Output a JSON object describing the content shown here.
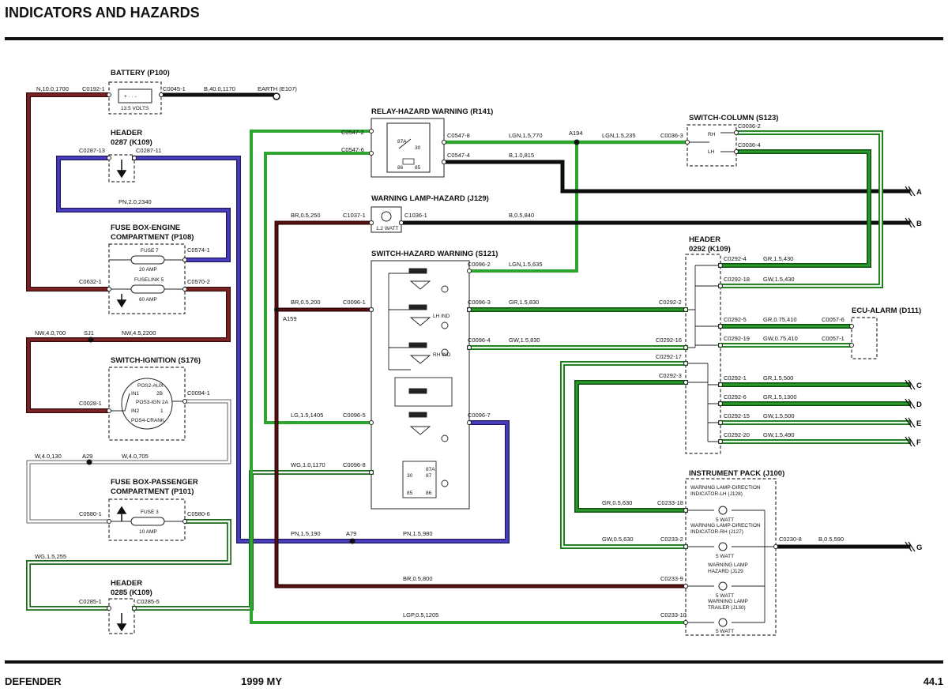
{
  "page": {
    "title": "INDICATORS AND HAZARDS",
    "footer_left": "DEFENDER",
    "footer_center": "1999 MY",
    "footer_right": "44.1"
  },
  "colors": {
    "brown": "#6b1f1f",
    "blue": "#3a2ea0",
    "black": "#0d0d0d",
    "green": "#2f9a2f",
    "green_dark": "#1f7a1f",
    "white_wire": "#f2f2f2"
  },
  "components": {
    "battery": {
      "title": "BATTERY (P100)",
      "rating": "13.5 VOLTS"
    },
    "header_0287": {
      "title_line1": "HEADER",
      "title_line2": "0287 (K109)"
    },
    "fuse_box_engine": {
      "title_line1": "FUSE BOX-ENGINE",
      "title_line2": "COMPARTMENT (P108)",
      "fuse7": "FUSE 7",
      "fuse7_rating": "20 AMP",
      "fuselink5": "FUSELINK 5",
      "fuselink5_rating": "60 AMP"
    },
    "switch_ignition": {
      "title": "SWITCH-IGNITION (S176)",
      "pos_aux": "POS2-AUX",
      "in1": "IN1",
      "p2b": "2B",
      "pos_ign": "POS3-IGN",
      "p2a": "2A",
      "in2": "IN2",
      "p1": "1",
      "pos_crank": "POS4-CRANK"
    },
    "fuse_box_passenger": {
      "title_line1": "FUSE BOX-PASSENGER",
      "title_line2": "COMPARTMENT (P101)",
      "fuse3": "FUSE 3",
      "fuse3_rating": "10 AMP"
    },
    "header_0285": {
      "title_line1": "HEADER",
      "title_line2": "0285 (K109)"
    },
    "relay_hazard": {
      "title": "RELAY-HAZARD WARNING (R141)",
      "p87a": "87A",
      "p30": "30",
      "p86": "86",
      "p85": "85"
    },
    "warning_lamp_hazard": {
      "title": "WARNING LAMP-HAZARD (J129)",
      "rating": "1.2 WATT"
    },
    "switch_hazard": {
      "title": "SWITCH-HAZARD WARNING (S121)",
      "lh_ind": "LH IND",
      "rh_ind": "RH IND",
      "p30": "30",
      "p87": "87",
      "p87a": "87A",
      "p85": "85",
      "p86": "86"
    },
    "switch_column": {
      "title": "SWITCH-COLUMN (S123)",
      "rh": "RH",
      "lh": "LH"
    },
    "header_0292": {
      "title_line1": "HEADER",
      "title_line2": "0292 (K109)"
    },
    "ecu_alarm": {
      "title": "ECU-ALARM (D111)"
    },
    "instrument_pack": {
      "title": "INSTRUMENT PACK (J100)",
      "lamp1_line1": "WARNING LAMP-DIRECTION",
      "lamp1_line2": "INDICATOR-LH (J128)",
      "lamp1_rating": "5 WATT",
      "lamp2_line1": "WARNING LAMP-DIRECTION",
      "lamp2_line2": "INDICATOR-RH (J127)",
      "lamp2_rating": "5 WATT",
      "lamp3_line1": "WARNING LAMP",
      "lamp3_line2": "HAZARD (J129",
      "lamp3_rating": "5 WATT",
      "lamp4_line1": "WARNING LAMP",
      "lamp4_line2": "TRAILER (J130)",
      "lamp4_rating": "5 WATT"
    }
  },
  "connectors": {
    "c0192_1": "C0192-1",
    "c0045_1": "C0045-1",
    "earth": "EARTH (E107)",
    "c0287_13": "C0287-13",
    "c0287_11": "C0287-11",
    "c0574_1": "C0574-1",
    "c0632_1": "C0632-1",
    "c0570_2": "C0570-2",
    "sj1": "SJ1",
    "c0028_1": "C0028-1",
    "c0094_1": "C0094-1",
    "a29": "A29",
    "c0580_1": "C0580-1",
    "c0580_6": "C0580-6",
    "c0285_1": "C0285-1",
    "c0285_5": "C0285-5",
    "c0547_2": "C0547-2",
    "c0547_6": "C0547-6",
    "c0547_8": "C0547-8",
    "c0547_4": "C0547-4",
    "a194": "A194",
    "c0036_3": "C0036-3",
    "c0036_2": "C0036-2",
    "c0036_4": "C0036-4",
    "c1037_1": "C1037-1",
    "c1036_1": "C1036-1",
    "c0096_2": "C0096-2",
    "c0096_1": "C0096-1",
    "c0096_3": "C0096-3",
    "c0096_4": "C0096-4",
    "c0096_5": "C0096-5",
    "c0096_7": "C0096-7",
    "c0096_8": "C0096-8",
    "a159": "A159",
    "a79": "A79",
    "c0292_4": "C0292-4",
    "c0292_18": "C0292-18",
    "c0292_2": "C0292-2",
    "c0292_5": "C0292-5",
    "c0292_16": "C0292-16",
    "c0292_19": "C0292-19",
    "c0292_17": "C0292-17",
    "c0292_3": "C0292-3",
    "c0292_1": "C0292-1",
    "c0292_6": "C0292-6",
    "c0292_15": "C0292-15",
    "c0292_20": "C0292-20",
    "c0057_6": "C0057-6",
    "c0057_1": "C0057-1",
    "c0233_18": "C0233-18",
    "c0233_2": "C0233-2",
    "c0233_9": "C0233-9",
    "c0233_10": "C0233-10",
    "c0230_8": "C0230-8"
  },
  "wires": {
    "n_10_0_1700": "N,10.0,1700",
    "b_40_0_1170": "B,40.0,1170",
    "pn_2_0_2340": "PN,2.0,2340",
    "nw_4_0_700": "NW,4.0,700",
    "nw_4_5_2200": "NW,4.5,2200",
    "w_4_0_130": "W,4.0,130",
    "w_4_0_705": "W,4.0,705",
    "wg_1_5_255": "WG,1.5,255",
    "lgn_1_5_770": "LGN,1.5,770",
    "lgn_1_5_235": "LGN,1.5,235",
    "b_1_0_815": "B,1.0,815",
    "br_0_5_250": "BR,0.5,250",
    "b_0_5_840": "B,0.5,840",
    "lgn_1_5_635": "LGN,1.5,635",
    "br_0_5_200": "BR,0.5,200",
    "gr_1_5_830": "GR,1.5,830",
    "gw_1_5_830": "GW,1.5,830",
    "lg_1_5_1405": "LG,1.5,1405",
    "wg_1_0_1170": "WG,1.0,1170",
    "pn_1_5_190": "PN,1.5,190",
    "pn_1_5_980": "PN,1.5,980",
    "br_0_5_800": "BR,0.5,800",
    "lgp_0_5_1205": "LGP,0.5,1205",
    "gr_1_5_430": "GR,1.5,430",
    "gw_1_5_430": "GW,1.5,430",
    "gr_0_75_410": "GR,0.75,410",
    "gw_0_75_410": "GW,0.75,410",
    "gr_1_5_500": "GR,1.5,500",
    "gr_1_5_1300": "GR,1.5,1300",
    "gw_1_5_500": "GW,1.5,500",
    "gw_1_5_490": "GW,1.5,490",
    "gr_0_5_630": "GR,0.5,630",
    "gw_0_5_630": "GW,0.5,630",
    "b_0_5_590": "B,0.5,590"
  },
  "destinations": {
    "a": "A",
    "b": "B",
    "c": "C",
    "d": "D",
    "e": "E",
    "f": "F",
    "g": "G"
  }
}
